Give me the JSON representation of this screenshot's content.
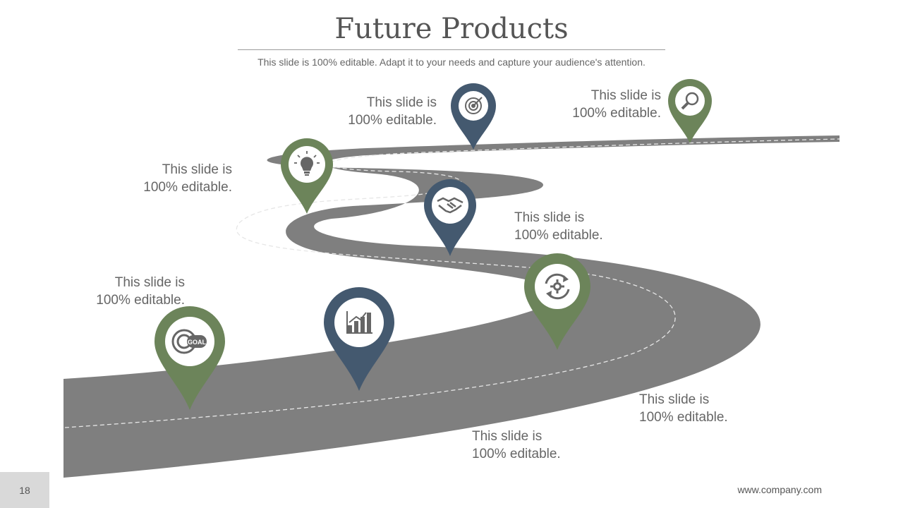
{
  "slide": {
    "title": "Future Products",
    "subtitle": "This slide is 100% editable. Adapt it to your needs and capture your audience's attention.",
    "page_number": "18",
    "footer_url": "www.company.com"
  },
  "colors": {
    "road": "#7f7f7f",
    "green_pin": "#6c845a",
    "blue_pin": "#44596f",
    "pin_inner": "#ffffff",
    "icon": "#666666"
  },
  "milestones": [
    {
      "line1": "This slide is",
      "line2": "100% editable.",
      "icon": "goal-icon",
      "pin": "green"
    },
    {
      "line1": "This slide is",
      "line2": "100% editable.",
      "icon": "bar-chart-growth-icon",
      "pin": "blue"
    },
    {
      "line1": "This slide is",
      "line2": "100% editable.",
      "icon": "gear-refresh-icon",
      "pin": "green"
    },
    {
      "line1": "This slide is",
      "line2": "100% editable.",
      "icon": "handshake-icon",
      "pin": "blue"
    },
    {
      "line1": "This slide is",
      "line2": "100% editable.",
      "icon": "lightbulb-icon",
      "pin": "green"
    },
    {
      "line1": "This slide is",
      "line2": "100% editable.",
      "icon": "target-icon",
      "pin": "blue"
    },
    {
      "line1": "This slide is",
      "line2": "100% editable.",
      "icon": "magnifier-icon",
      "pin": "green"
    }
  ],
  "goal_badge_text": "GOAL"
}
